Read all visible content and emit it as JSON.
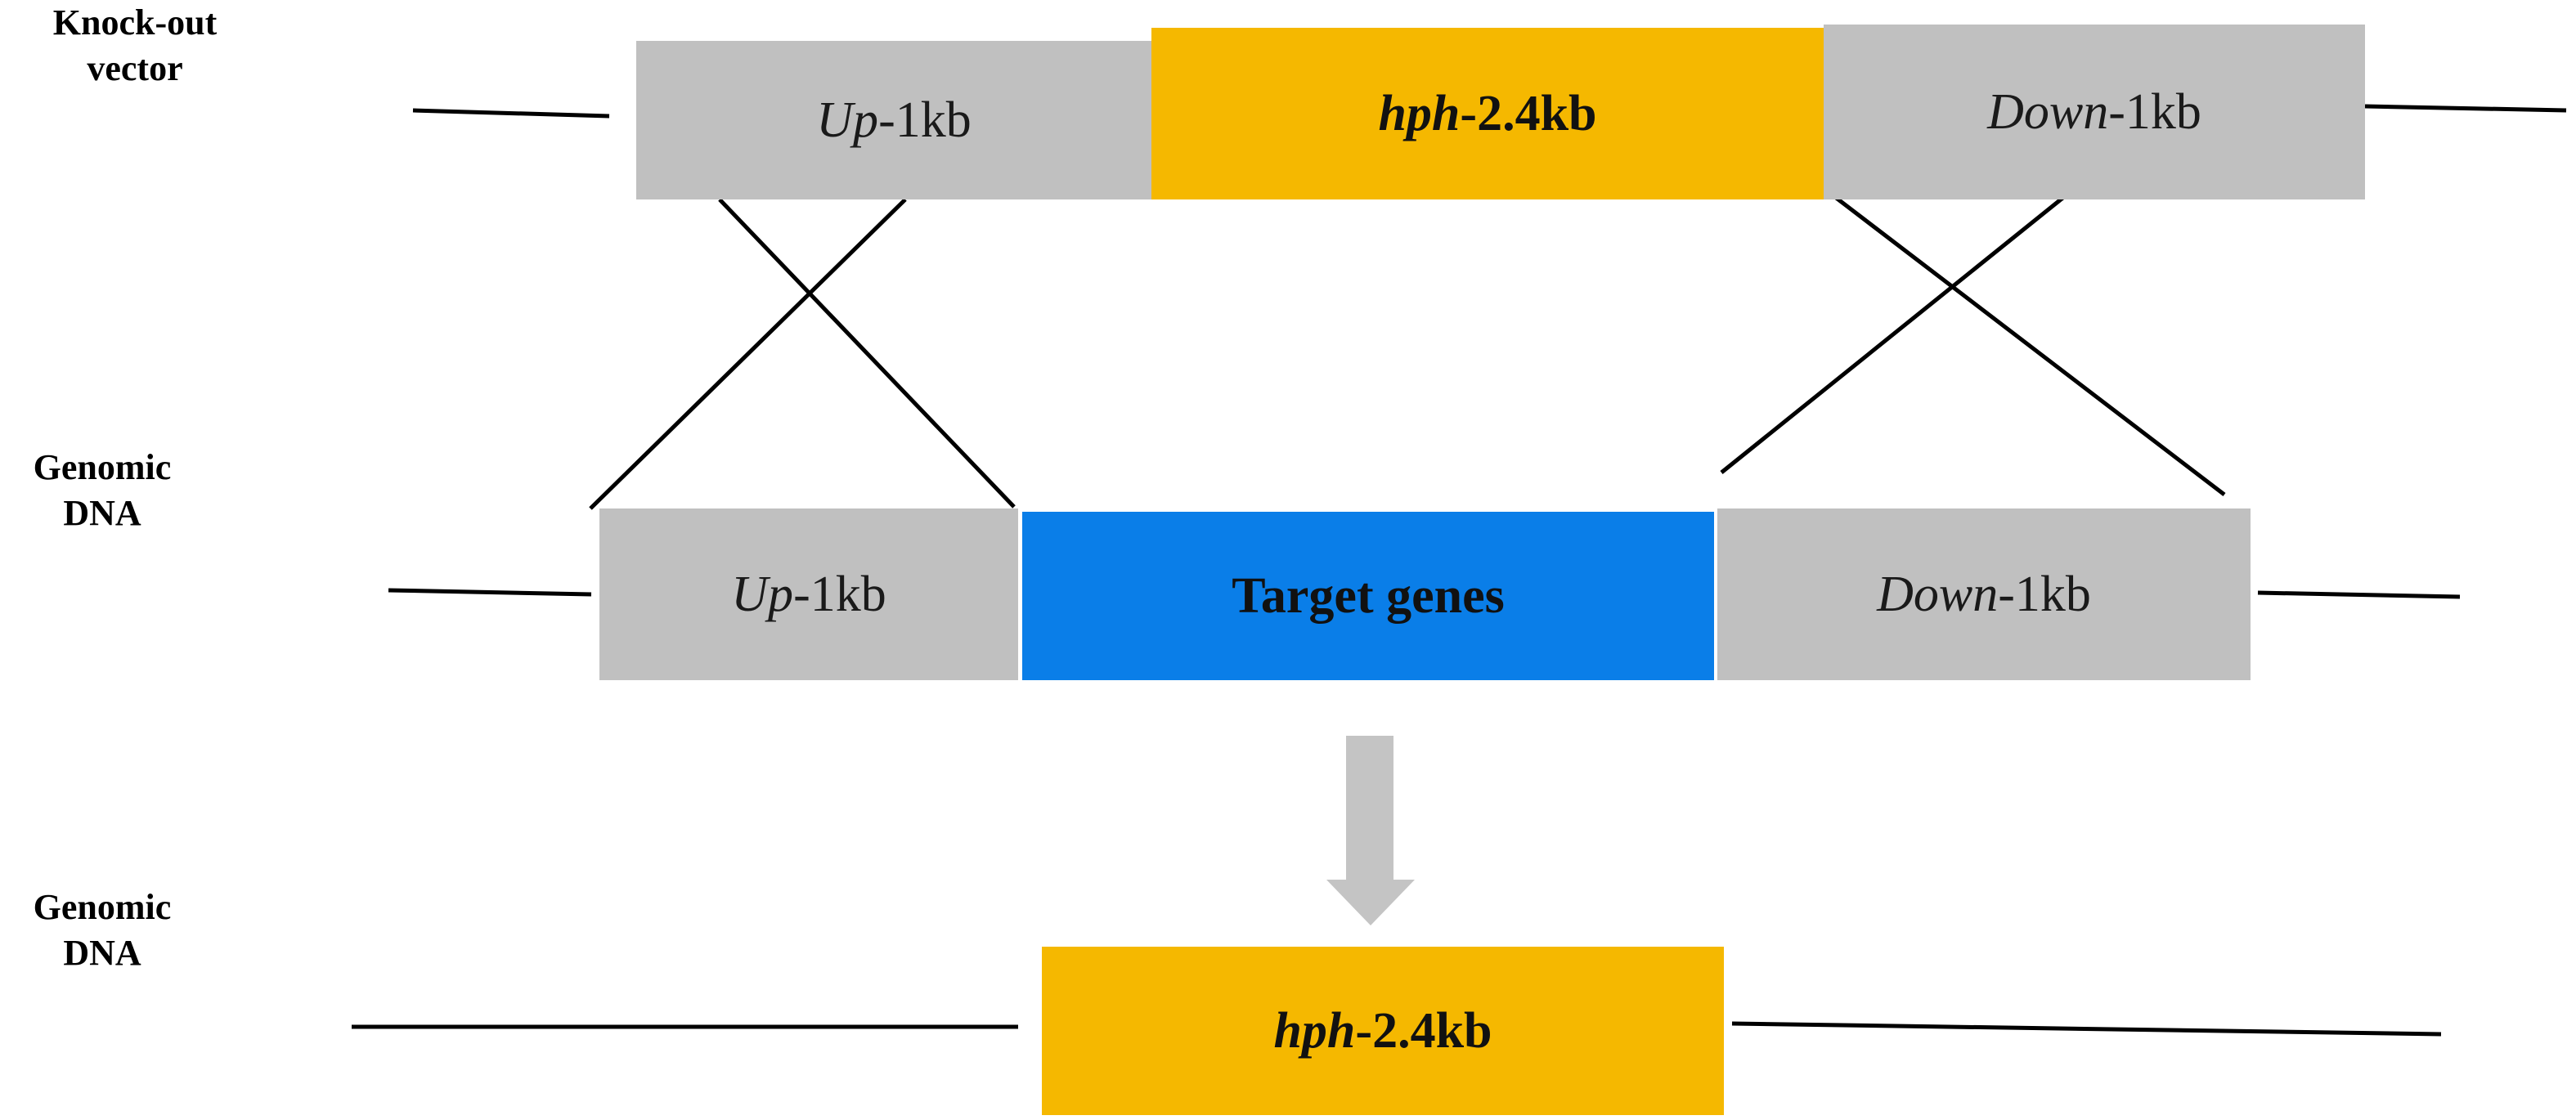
{
  "rows": {
    "vector": {
      "line1": "Knock-out",
      "line2": "vector"
    },
    "genomic_1": {
      "line1": "Genomic",
      "line2": "DNA"
    },
    "genomic_2": {
      "line1": "Genomic",
      "line2": "DNA"
    }
  },
  "vector_blocks": {
    "up": {
      "name": "Up",
      "size": "-1kb"
    },
    "hph": {
      "name": "hph",
      "size": "-2.4kb"
    },
    "down": {
      "name": "Down",
      "size": "-1kb"
    }
  },
  "genomic_blocks": {
    "up": {
      "name": "Up",
      "size": "-1kb"
    },
    "target": {
      "label": "Target genes"
    },
    "down": {
      "name": "Down",
      "size": "-1kb"
    }
  },
  "result_block": {
    "name": "hph",
    "size": "-2.4kb"
  },
  "colors": {
    "homology_arm": "#c0c0c0",
    "hph_marker": "#f5b800",
    "target_gene": "#0a7ee8",
    "arrow": "#c4c4c4",
    "line": "#000000"
  }
}
